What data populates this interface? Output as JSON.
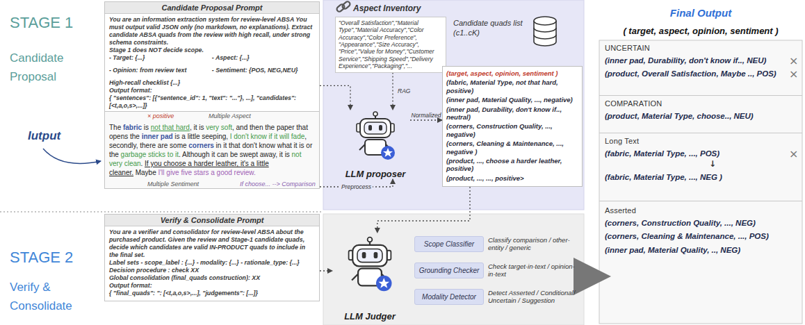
{
  "diagram": {
    "nodes": [
      {
        "text": [
          "Candidate Proposal Prompt",
          "You are an information extraction system for review-level ABSA You must output valid JSON only (no markdown, no explanations). Extract candidate ABSA quads from the review with high recall, under strong schema constraints.",
          "Stage 1 does NOT decide scope.",
          "- Target: {...}",
          "- Aspect: {...}",
          "- Opinion: from review text",
          "- Sentiment: {POS, NEG,NEU}",
          "High-recall checklist {...}",
          "Output format:",
          "{ \"sentences\": [{\"sentence_id\": 1, \"text\": \"...\"}, ...], \"candidates\": [<t,a,o,s>,...]}"
        ]
      },
      {
        "text": [
          "The",
          "fabric",
          "is",
          "not that hard",
          ", it is",
          "very soft",
          ", and then the paper that opens the",
          "inner pad",
          "is a little seeping,",
          "I don't know if it will fade",
          ", secondly, there are some",
          "corners",
          "in it that don't know what it is or the",
          "garbage sticks to it",
          ". Although it can be swept away, it is",
          "not very clean",
          ".",
          "If you choose a harder leather, it's a little cleaner.",
          "Maybe",
          "I'll give five stars a good review."
        ]
      },
      {
        "text": [
          "Aspect Inventory",
          "\"Overall Satisfaction\",\"Material Type\",\"Material Accuracy\",\"Color Accuracy\",\"Color Preference\", \"Appearance\",\"Size Accuracy\", \"Price\",\"Value for Money\",\"Customer Service\",\"Shipping Speed\",\"Delivery Experience\",\"Packaging\",\"..."
        ]
      },
      {
        "text": [
          "LLM proposer"
        ]
      },
      {
        "text": [
          "(target, aspect, opinion, sentiment )",
          "(fabric, Material Type, not that hard, positive)",
          "(inner pad, Material Quality, ..., negative)",
          "(inner pad, Durability, don't know if.., neutral)",
          "(corners, Construction Quality, ..., negative)",
          "(corners, Cleaning & Maintenance, ..., negative )",
          "(product, ..., choose a harder leather, positive)",
          "(product, ..., ..., positive>"
        ]
      },
      {
        "text": [
          "Verify & Consolidate Prompt",
          "You are a verifier and consolidator for review-level ABSA about the purchased product. Given the review and Stage-1 candidate quads, decide which candidates are valid IN-PRODUCT quads to include in the final set.",
          "Label sets - scope_label : {...} - modality: {...} - rationale_type: {...}",
          "Decision procedure : check XX",
          "Global consolidation (final_quads construction): XX",
          "Output format:",
          "{ \"final_quads\": \": [<t,a,o,s>,...], \"judgements\": [...]}"
        ]
      },
      {
        "text": [
          "LLM Judger"
        ]
      },
      {
        "text": [
          "Scope Classifier"
        ]
      },
      {
        "text": [
          "Grounding Checker"
        ]
      },
      {
        "text": [
          "Modality Detector"
        ]
      },
      {
        "text": [
          "Final Output",
          "( target, aspect, opinion, sentiment )"
        ]
      },
      {
        "text": [
          "UNCERTAIN",
          "(inner pad, Durability, don't know if.., NEU)",
          "(product, Overall Satisfaction, Maybe .., POS)"
        ],
        "in": 10
      },
      {
        "text": [
          "COMPARATION",
          "(product, Material Type, choose.., NEU)"
        ],
        "in": 10
      },
      {
        "text": [
          "Long Text",
          "(fabric, Material Type, ..., POS)",
          "↓",
          "(fabric, Material Type, ..., NEG )"
        ],
        "in": 10
      },
      {
        "text": [
          "Asserted",
          "(corners, Construction Quality, ..., NEG)",
          "(corners, Cleaning & Maintenance, ..., POS)",
          "(inner pad, Material Quality, .., NEG)"
        ],
        "in": 10
      }
    ],
    "edges": [
      {
        "from": 0,
        "to": 3,
        "arrow": "to"
      },
      {
        "from": 1,
        "to": 3,
        "label": "Preprocess",
        "arrow": "to"
      },
      {
        "from": 2,
        "to": 3,
        "label": "RAG",
        "arrow": "to"
      },
      {
        "from": 3,
        "to": 4,
        "label": "Normalized",
        "arrow": "to"
      },
      {
        "from": 4,
        "to": 6,
        "arrow": "to"
      },
      {
        "from": 5,
        "to": 6,
        "arrow": "to"
      }
    ],
    "labels": [
      "STAGE 1",
      "Candidate Proposal",
      "Iutput",
      "STAGE 2",
      "Verify & Consolidate",
      "Multiple Aspect",
      "× positive",
      "Multiple Sentiment",
      "If choose... --> Comparison",
      "Candidate quads list (c1..cK)",
      "Classify comparison / other-entity / generic",
      "Check target-in-text / opinion-in-text",
      "Detect Asserted / Conditional/ Uncertain / Suggestion",
      "×",
      "×",
      "×"
    ]
  }
}
